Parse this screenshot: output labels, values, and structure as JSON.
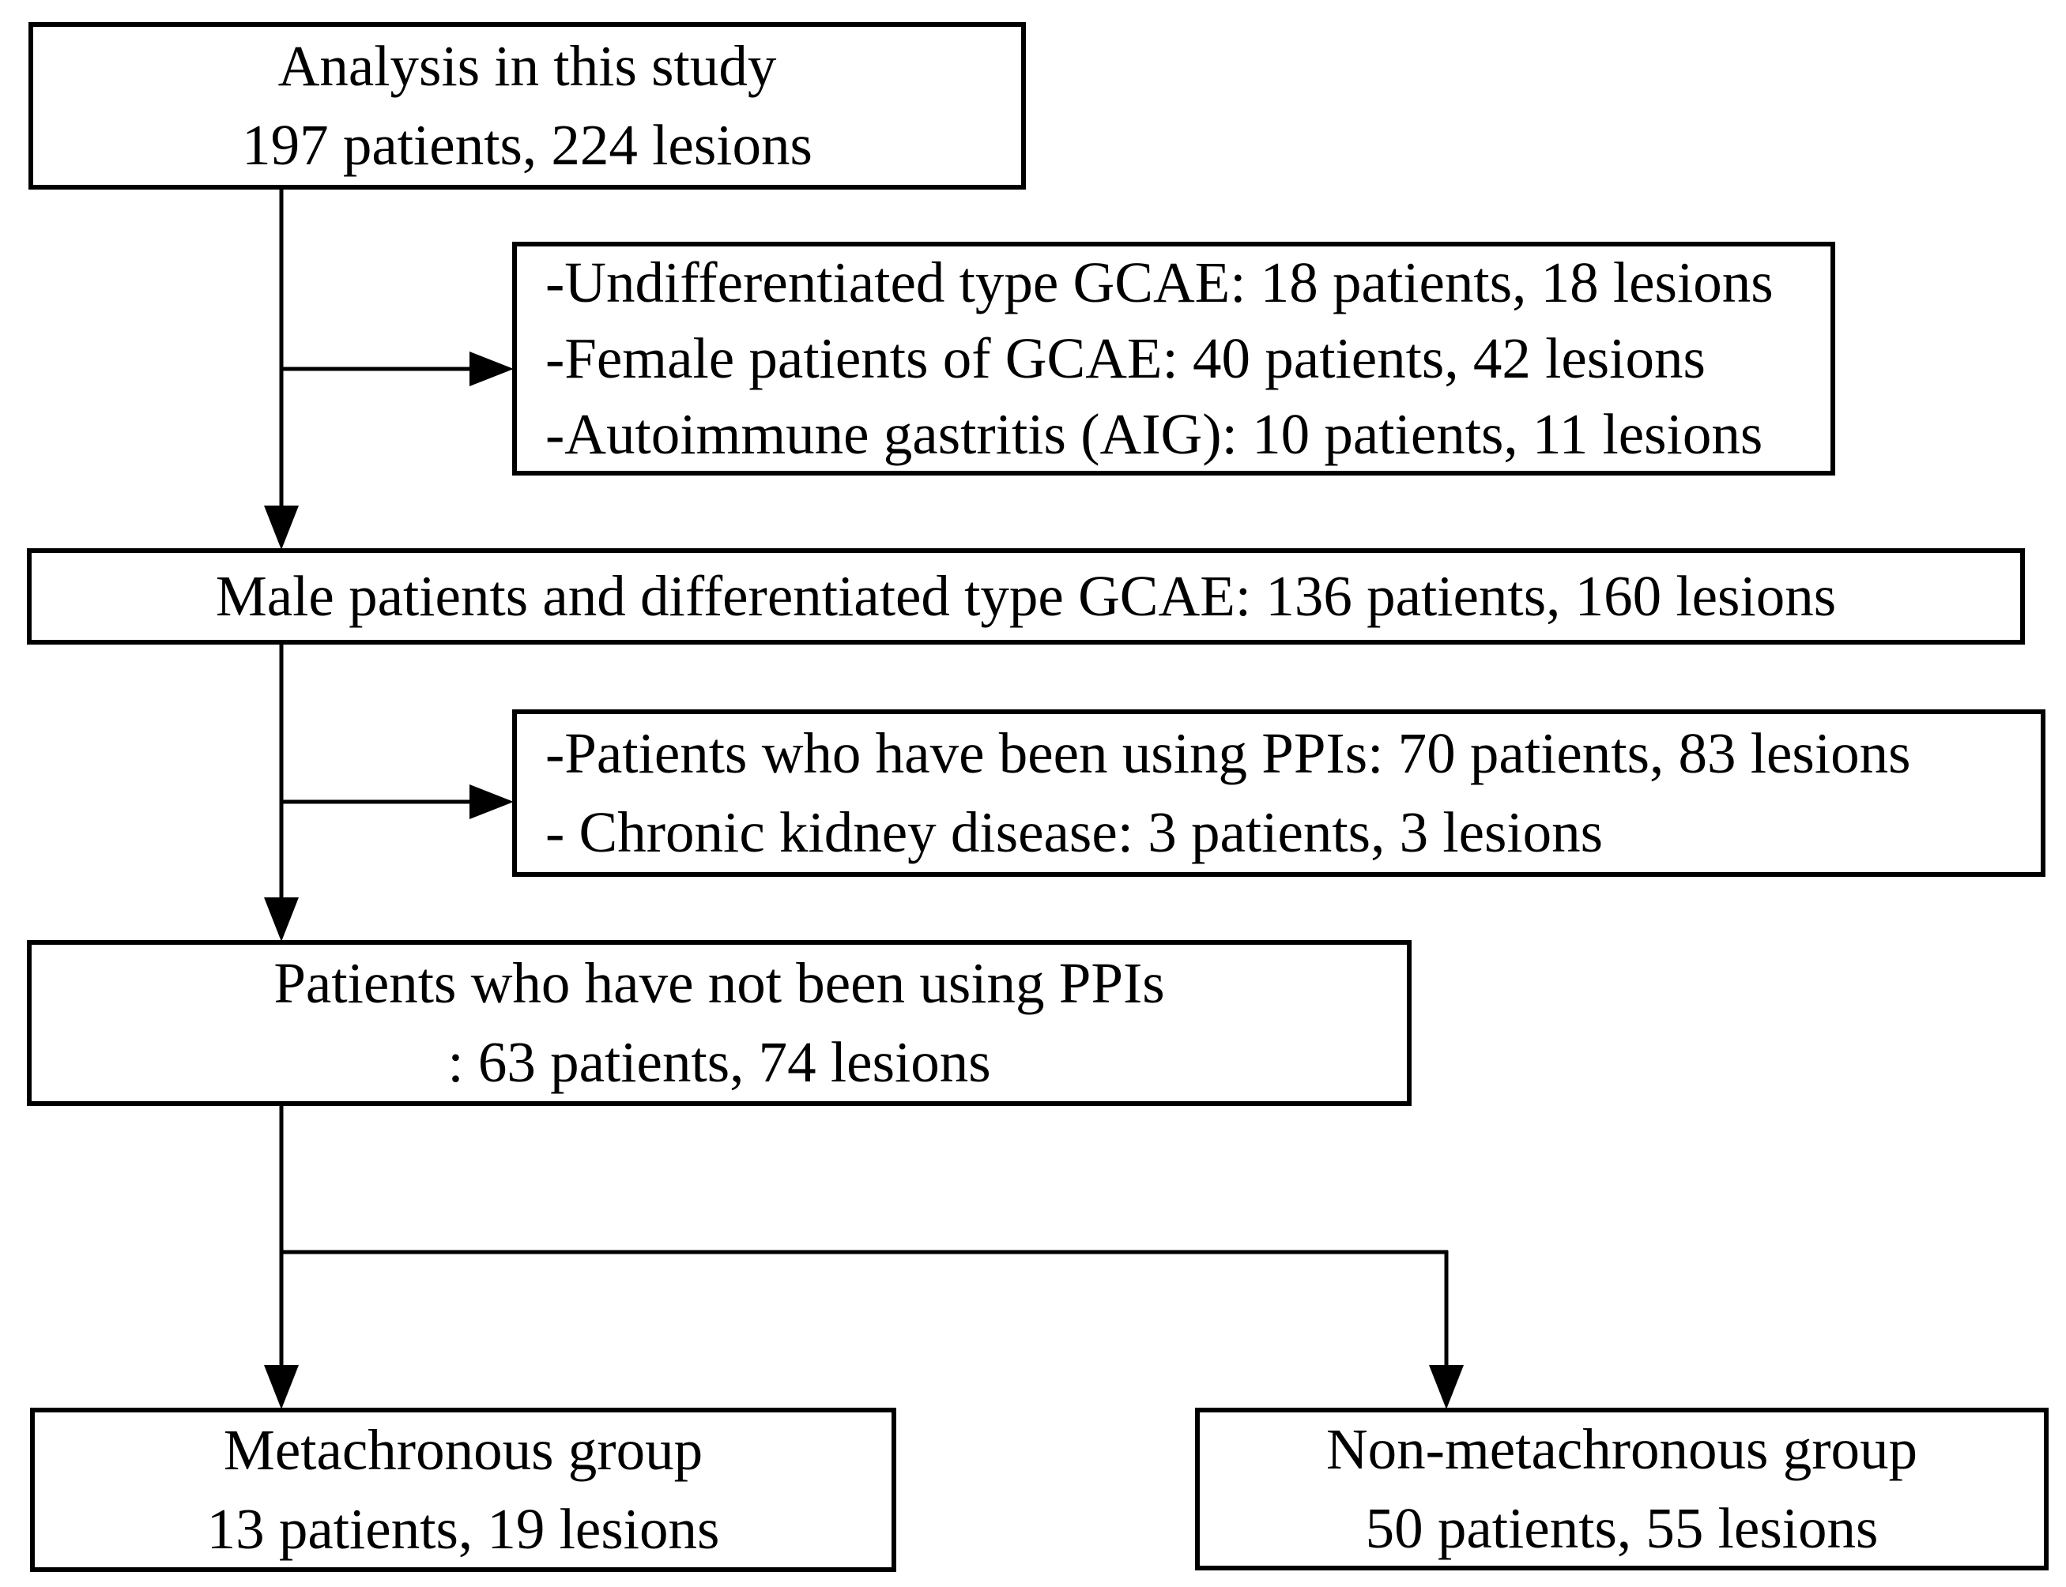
{
  "flowchart": {
    "background_color": "#ffffff",
    "line_color": "#000000",
    "text_color": "#000000",
    "nodes": {
      "analysis": {
        "line1": "Analysis in this study",
        "line2": "197 patients, 224 lesions"
      },
      "exclusion_top": {
        "line1": "-Undifferentiated type GCAE: 18 patients, 18 lesions",
        "line2": "-Female patients of GCAE: 40 patients, 42 lesions",
        "line3": "-Autoimmune gastritis (AIG): 10 patients, 11 lesions"
      },
      "male_differentiated": {
        "line1": "Male patients and differentiated type GCAE: 136 patients, 160 lesions"
      },
      "exclusion_mid": {
        "line1": "-Patients who have been using PPIs: 70 patients, 83 lesions",
        "line2": "- Chronic kidney disease: 3 patients, 3 lesions"
      },
      "no_ppi": {
        "line1": "Patients who have not been using PPIs",
        "line2": ": 63 patients, 74 lesions"
      },
      "metachronous": {
        "line1": "Metachronous group",
        "line2": "13 patients, 19 lesions"
      },
      "non_metachronous": {
        "line1": "Non-metachronous group",
        "line2": "50 patients, 55 lesions"
      }
    }
  }
}
